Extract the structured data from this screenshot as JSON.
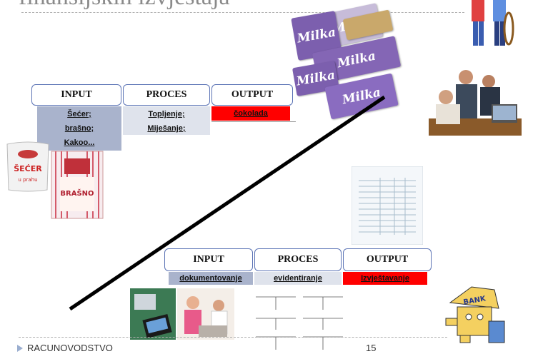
{
  "slide": {
    "title": "finansijskih izvještaja",
    "footer": "RACUNOVODSTVO",
    "page_number": "15"
  },
  "top_table": {
    "headers": [
      "INPUT",
      "PROCES",
      "OUTPUT"
    ],
    "input_items": [
      "Šećer;",
      "brašno;",
      "Kakoo..."
    ],
    "proces_items": [
      "Topljenje;",
      "Miješanje;"
    ],
    "output_items": [
      "čokolada"
    ]
  },
  "bottom_table": {
    "headers": [
      "INPUT",
      "PROCES",
      "OUTPUT"
    ],
    "input_item": "dokumentovanje",
    "proces_item": "evidentiranje",
    "output_item": "Izvještavanje"
  },
  "images": {
    "sugar_label": "ŠEĆER",
    "flour_label": "BRAŠNO",
    "milka_brand": "Milka",
    "bank_label": "BANK"
  },
  "colors": {
    "input_fill": "#a9b3cc",
    "proces_fill": "#dfe3ec",
    "output_fill": "#ff0000",
    "header_border": "#5b73b5"
  }
}
